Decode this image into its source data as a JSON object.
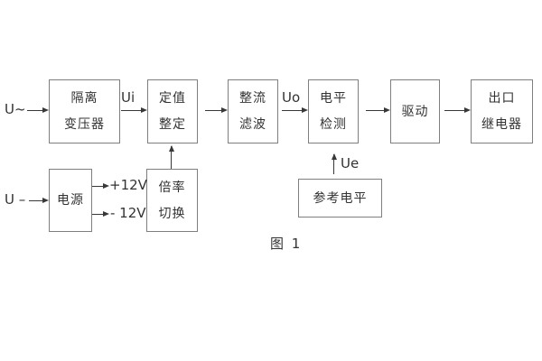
{
  "figure": {
    "caption": "图 1"
  },
  "io_labels": {
    "ac_input": "U~",
    "dc_input": "U –",
    "ui": "Ui",
    "uo": "Uo",
    "ue": "Ue",
    "plus_12v": "+12V",
    "minus_12v": "- 12V"
  },
  "blocks": {
    "isolation_transformer": {
      "line1": "隔离",
      "line2": "变压器"
    },
    "value_setting": {
      "line1": "定值",
      "line2": "整定"
    },
    "rectifier_filter": {
      "line1": "整流",
      "line2": "滤波"
    },
    "level_detection": {
      "line1": "电平",
      "line2": "检测"
    },
    "drive": {
      "line1": "驱动"
    },
    "output_relay": {
      "line1": "出口",
      "line2": "继电器"
    },
    "power_supply": {
      "line1": "电源"
    },
    "ratio_switch": {
      "line1": "倍率",
      "line2": "切换"
    },
    "reference_level": {
      "line1": "参考电平"
    }
  },
  "colors": {
    "background": "#ffffff",
    "box_border": "#7f7f7f",
    "line": "#383838",
    "text": "#333333"
  }
}
